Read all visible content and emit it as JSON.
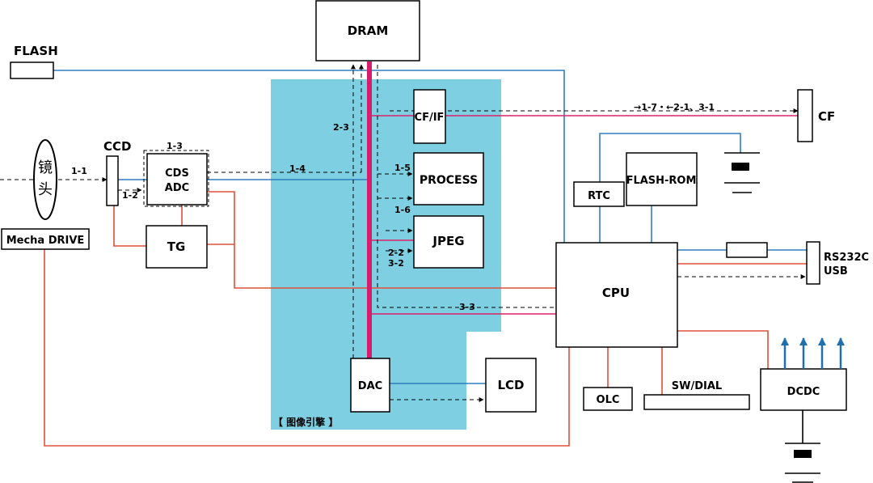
{
  "blocks": {
    "dram": "DRAM",
    "flash": "FLASH",
    "cf_if": "CF/IF",
    "cf": "CF",
    "process": "PROCESS",
    "jpeg": "JPEG",
    "ccd": "CCD",
    "cds": "CDS",
    "adc": "ADC",
    "tg": "TG",
    "mecha_drive": "Mecha DRIVE",
    "lens_1": "镜",
    "lens_2": "头",
    "rtc": "RTC",
    "flash_rom": "FLASH-ROM",
    "rs232c": "RS232C",
    "usb": "USB",
    "cpu": "CPU",
    "dac": "DAC",
    "lcd": "LCD",
    "olc": "OLC",
    "sw_dial": "SW/DIAL",
    "dcdc": "DCDC",
    "image_engine": "【  图像引擎  】"
  },
  "paths": {
    "p1_1": "1-1",
    "p1_2": "1-2",
    "p1_3": "1-3",
    "p1_4": "1-4",
    "p1_5": "1-5",
    "p1_6": "1-6",
    "p2_2": "2-2",
    "p2_3": "2-3",
    "p3_2": "3-2",
    "p3_3": "3-3",
    "cf_route": "→1-7・←2-1、3-1"
  },
  "colors": {
    "engine_bg": "#7fcfe2",
    "bus": "#d81b6a",
    "signal_blue": "#2f7fc0",
    "control_red": "#e0503a",
    "power_arrow": "#2070b0"
  }
}
